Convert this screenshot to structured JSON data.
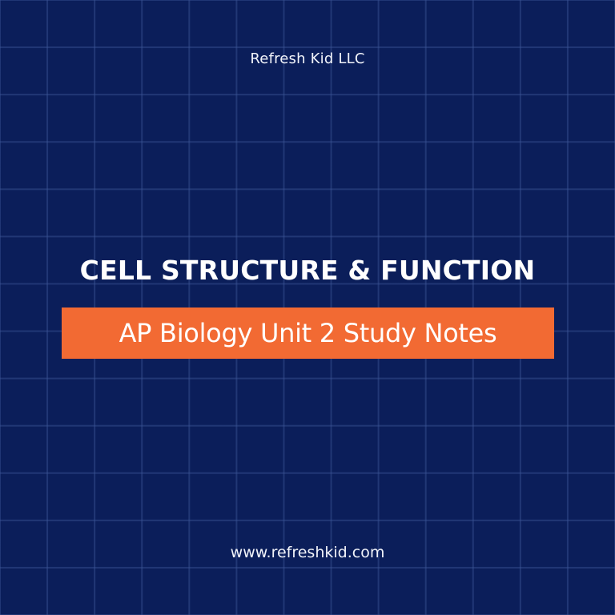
{
  "brand": {
    "company_name": "Refresh Kid LLC",
    "website": "www.refreshkid.com"
  },
  "cover": {
    "title": "CELL STRUCTURE & FUNCTION",
    "subtitle": "AP Biology Unit 2 Study Notes"
  },
  "colors": {
    "background": "#0b1e5a",
    "grid_line": "#1e3470",
    "accent": "#f26a33",
    "text": "#ffffff"
  }
}
